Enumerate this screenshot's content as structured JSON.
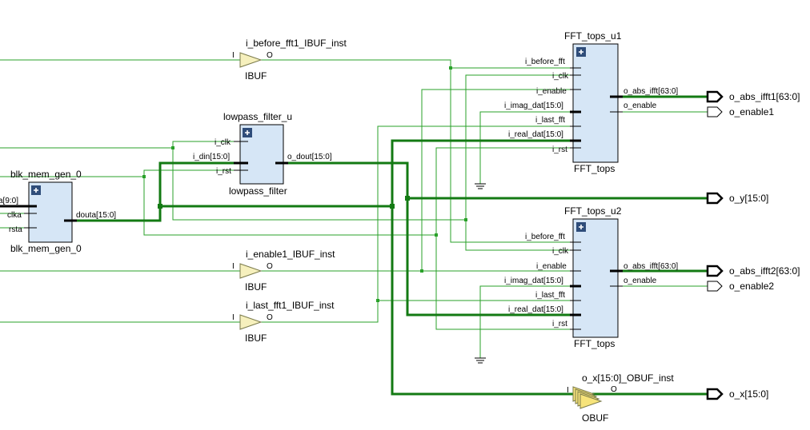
{
  "cells": {
    "blk_mem": {
      "instance": "blk_mem_gen_0",
      "type": "blk_mem_gen_0",
      "pins_left": [
        "a[9:0]",
        "clka",
        "rsta"
      ],
      "pins_right": [
        "douta[15:0]"
      ]
    },
    "lowpass": {
      "instance": "lowpass_filter_u",
      "type": "lowpass_filter",
      "pins_left": [
        "i_clk",
        "i_din[15:0]",
        "i_rst"
      ],
      "pins_right": [
        "o_dout[15:0]"
      ]
    },
    "fft1": {
      "instance": "FFT_tops_u1",
      "type": "FFT_tops",
      "pins_left": [
        "i_before_fft",
        "i_clk",
        "i_enable",
        "i_imag_dat[15:0]",
        "i_last_fft",
        "i_real_dat[15:0]",
        "i_rst"
      ],
      "pins_right": [
        "o_abs_ifft[63:0]",
        "o_enable"
      ]
    },
    "fft2": {
      "instance": "FFT_tops_u2",
      "type": "FFT_tops",
      "pins_left": [
        "i_before_fft",
        "i_clk",
        "i_enable",
        "i_imag_dat[15:0]",
        "i_last_fft",
        "i_real_dat[15:0]",
        "i_rst"
      ],
      "pins_right": [
        "o_abs_ifft[63:0]",
        "o_enable"
      ]
    }
  },
  "buffers": {
    "ibuf1": {
      "instance": "i_before_fft1_IBUF_inst",
      "type": "IBUF",
      "in": "I",
      "out": "O"
    },
    "ibuf2": {
      "instance": "i_enable1_IBUF_inst",
      "type": "IBUF",
      "in": "I",
      "out": "O"
    },
    "ibuf3": {
      "instance": "i_last_fft1_IBUF_inst",
      "type": "IBUF",
      "in": "I",
      "out": "O"
    },
    "obuf": {
      "instance": "o_x[15:0]_OBUF_inst",
      "type": "OBUF",
      "in": "I",
      "out": "O"
    }
  },
  "output_ports": [
    "o_abs_ifft1[63:0]",
    "o_enable1",
    "o_y[15:0]",
    "o_abs_ifft2[63:0]",
    "o_enable2",
    "o_x[15:0]"
  ],
  "colors": {
    "wire": "#2aa12a",
    "bus": "#137a13",
    "cell_fill": "#d6e6f6",
    "ibuf_fill": "#f6f0bd",
    "obuf_fill": "#f6e37a",
    "expand_button": "#2f4d7a"
  },
  "icons": {
    "expand": "plus-square-icon",
    "ground": "ground-symbol-icon",
    "buffer": "triangle-buffer-icon",
    "port": "pentagon-port-icon"
  }
}
